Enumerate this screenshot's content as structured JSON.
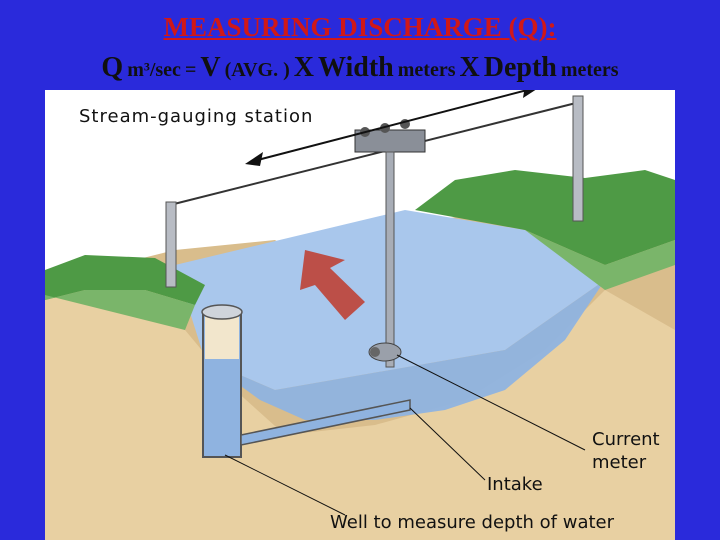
{
  "title": {
    "line1": "MEASURING DISCHARGE (Q):",
    "line2": {
      "q": "Q",
      "q_unit": "m³/sec",
      "equals": "=",
      "v": "V",
      "v_note": "(AVG. )",
      "x1": "X",
      "width": "Width",
      "width_unit": "meters",
      "x2": "X",
      "depth": "Depth",
      "depth_unit": "meters"
    }
  },
  "diagram": {
    "station_label": "Stream-gauging station",
    "current_meter_line1": "Current",
    "current_meter_line2": "meter",
    "intake_label": "Intake",
    "well_label": "Well to measure depth of water"
  },
  "colors": {
    "background": "#2a2adb",
    "title_red": "#d01818",
    "grass": "#4e9a45",
    "soil": "#e3c99a",
    "water": "#8fb3e0",
    "arrow": "#c0392b"
  }
}
